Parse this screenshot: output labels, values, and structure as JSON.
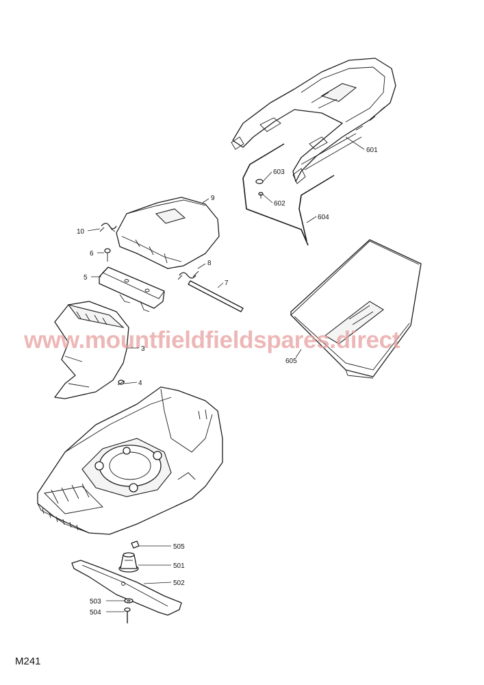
{
  "watermark": "www.mountfieldfieldspares.direct",
  "model_code": "M241",
  "callouts": {
    "p601": "601",
    "p602": "602",
    "p603": "603",
    "p604": "604",
    "p605": "605",
    "p9": "9",
    "p10": "10",
    "p6": "6",
    "p5": "5",
    "p8": "8",
    "p7": "7",
    "p3": "3",
    "p4": "4",
    "p505": "505",
    "p501": "501",
    "p502": "502",
    "p503": "503",
    "p504": "504"
  }
}
